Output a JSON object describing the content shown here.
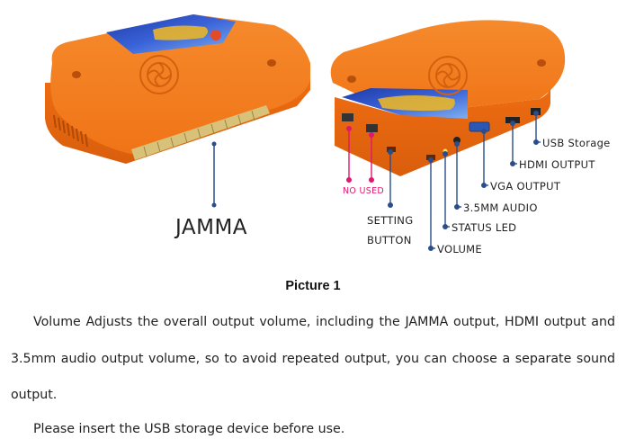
{
  "figure": {
    "jamma_label": "JAMMA",
    "labels": {
      "usb_storage": "USB Storage",
      "hdmi_output": "HDMI OUTPUT",
      "vga_output": "VGA OUTPUT",
      "audio_35mm": "3.5MM AUDIO",
      "status_led": "STATUS LED",
      "volume": "VOLUME",
      "setting_button_line1": "SETTING",
      "setting_button_line2": "BUTTON",
      "no_used": "NO USED"
    },
    "colors": {
      "box_orange": "#f07a1c",
      "box_shadow": "#d9620f",
      "connector_gold": "#d8c27a",
      "pointer_blue": "#2b4d8c",
      "pointer_pink": "#e0186e"
    }
  },
  "caption": "Picture 1",
  "paragraphs": {
    "p1": "Volume Adjusts the overall output volume, including the JAMMA output, HDMI output and 3.5mm audio output volume, so to avoid repeated output, you can choose a separate sound output.",
    "p2": "Please insert the USB storage device before use."
  }
}
